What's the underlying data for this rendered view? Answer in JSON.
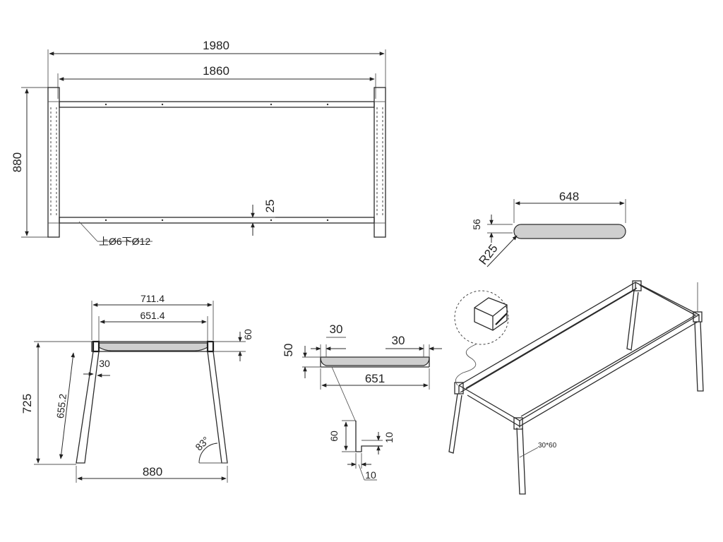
{
  "top_view": {
    "overall_length": "1980",
    "inner_length": "1860",
    "depth": "880",
    "rail": "25",
    "hole_note": "上Ø6下Ø12"
  },
  "end_view": {
    "top_width": "711.4",
    "inner_width": "651.4",
    "rail_height": "60",
    "leg_section": "30",
    "height": "725",
    "leg_length": "655.2",
    "angle": "83°",
    "base_width": "880"
  },
  "rail_section": {
    "height": "50",
    "left_lip": "30",
    "right_lip": "30",
    "length": "651",
    "detail_height": "60",
    "detail_notch": "10",
    "detail_foot": "10"
  },
  "crossbar_detail": {
    "length": "648",
    "thickness": "56",
    "radius": "R25"
  },
  "iso_view": {
    "tube_size": "30*60"
  }
}
